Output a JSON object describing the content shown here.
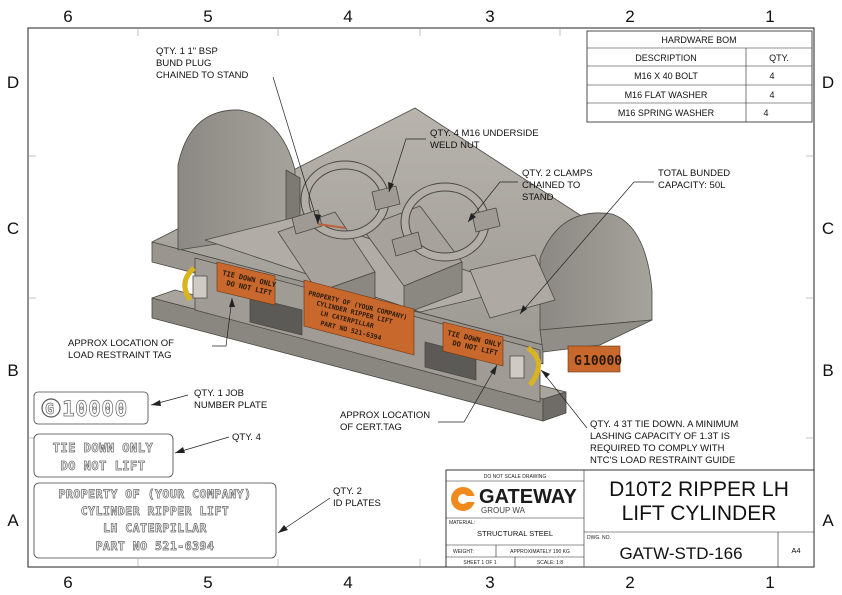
{
  "zones": {
    "columns_top": [
      "6",
      "5",
      "4",
      "3",
      "2",
      "1"
    ],
    "columns_bottom": [
      "6",
      "5",
      "4",
      "3",
      "2",
      "1"
    ],
    "rows_left": [
      "D",
      "C",
      "B",
      "A"
    ],
    "rows_right": [
      "D",
      "C",
      "B",
      "A"
    ]
  },
  "bom": {
    "title": "HARDWARE BOM",
    "header_description": "DESCRIPTION",
    "header_qty": "QTY.",
    "rows": [
      {
        "description": "M16 X 40 BOLT",
        "qty": "4"
      },
      {
        "description": "M16 FLAT WASHER",
        "qty": "4"
      },
      {
        "description": "M16 SPRING WASHER",
        "qty": "4"
      }
    ]
  },
  "callouts": {
    "bsp_plug": [
      "QTY. 1 1\" BSP",
      "BUND PLUG",
      "CHAINED TO STAND"
    ],
    "weld_nut": [
      "QTY. 4 M16 UNDERSIDE",
      "WELD NUT"
    ],
    "clamps": [
      "QTY. 2 CLAMPS",
      "CHAINED TO",
      "STAND"
    ],
    "bunded": [
      "TOTAL BUNDED",
      "CAPACITY: 50L"
    ],
    "load_restraint": [
      "APPROX LOCATION OF",
      "LOAD RESTRAINT TAG"
    ],
    "cert_tag": [
      "APPROX LOCATION",
      "OF CERT.TAG"
    ],
    "tie_down": [
      "QTY. 4 3T TIE DOWN. A MINIMUM",
      "LASHING CAPACITY OF 1.3T IS",
      "REQUIRED TO COMPLY WITH",
      "NTC'S LOAD RESTRAINT GUIDE"
    ],
    "job_plate": [
      "QTY. 1 JOB",
      "NUMBER PLATE"
    ],
    "tie_plate_qty": "QTY. 4",
    "id_plates": [
      "QTY. 2",
      "ID PLATES"
    ]
  },
  "plates": {
    "job_number": "10000",
    "tie_down": [
      "TIE DOWN ONLY",
      "DO NOT LIFT"
    ],
    "id_plate": [
      "PROPERTY OF (YOUR COMPANY)",
      "CYLINDER RIPPER LIFT",
      "LH CATERPILLAR",
      "PART NO  521-6394"
    ]
  },
  "model_tags": {
    "tie_left": [
      "TIE DOWN ONLY",
      "DO NOT LIFT"
    ],
    "id_center": [
      "PROPERTY OF (YOUR COMPANY)",
      "CYLINDER RIPPER LIFT",
      "LH CATERPILLAR",
      "PART NO  521-6394"
    ],
    "tie_right": [
      "TIE DOWN ONLY",
      "DO NOT LIFT"
    ],
    "job_number": "10000"
  },
  "title_block": {
    "do_not_scale": "DO NOT SCALE DRAWING",
    "logo_word": "GATEWAY",
    "logo_sub": "GROUP WA",
    "material_label": "MATERIAL:",
    "material_value": "STRUCTURAL STEEL",
    "weight_label": "WEIGHT:",
    "weight_value": "APPROXIMATELY 190 KG",
    "sheet": "SHEET 1 OF 1",
    "scale": "SCALE: 1:8",
    "title_line1": "D10T2 RIPPER LH",
    "title_line2": "LIFT CYLINDER",
    "dwg_no_label": "DWG. NO.",
    "dwg_no": "GATW-STD-166",
    "size": "A4"
  },
  "colors": {
    "tag_orange": "#c8682c",
    "steel_light": "#aaa69f",
    "steel_mid": "#8f8b85",
    "steel_dark": "#6c6964",
    "shackle_yellow": "#d9b41f",
    "logo_orange": "#f08a1c"
  }
}
